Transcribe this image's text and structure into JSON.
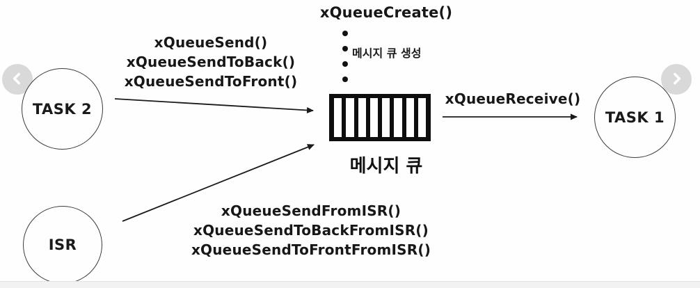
{
  "diagram": {
    "create_function": "xQueueCreate()",
    "create_note": "메시지 큐 생성",
    "send_functions": [
      "xQueueSend()",
      "xQueueSendToBack()",
      "xQueueSendToFront()"
    ],
    "isr_send_functions": [
      "xQueueSendFromISR()",
      "xQueueSendToBackFromISR()",
      "xQueueSendToFrontFromISR()"
    ],
    "receive_function": "xQueueReceive()",
    "queue": {
      "label": "메시지 큐",
      "slot_count": 8
    },
    "nodes": {
      "task2": "TASK 2",
      "isr": "ISR",
      "task1": "TASK 1"
    },
    "colors": {
      "ink": "#171717",
      "background": "#fefefe",
      "nav_button": "#d9d9d9",
      "queue_fill": "#0d0d0d"
    }
  }
}
